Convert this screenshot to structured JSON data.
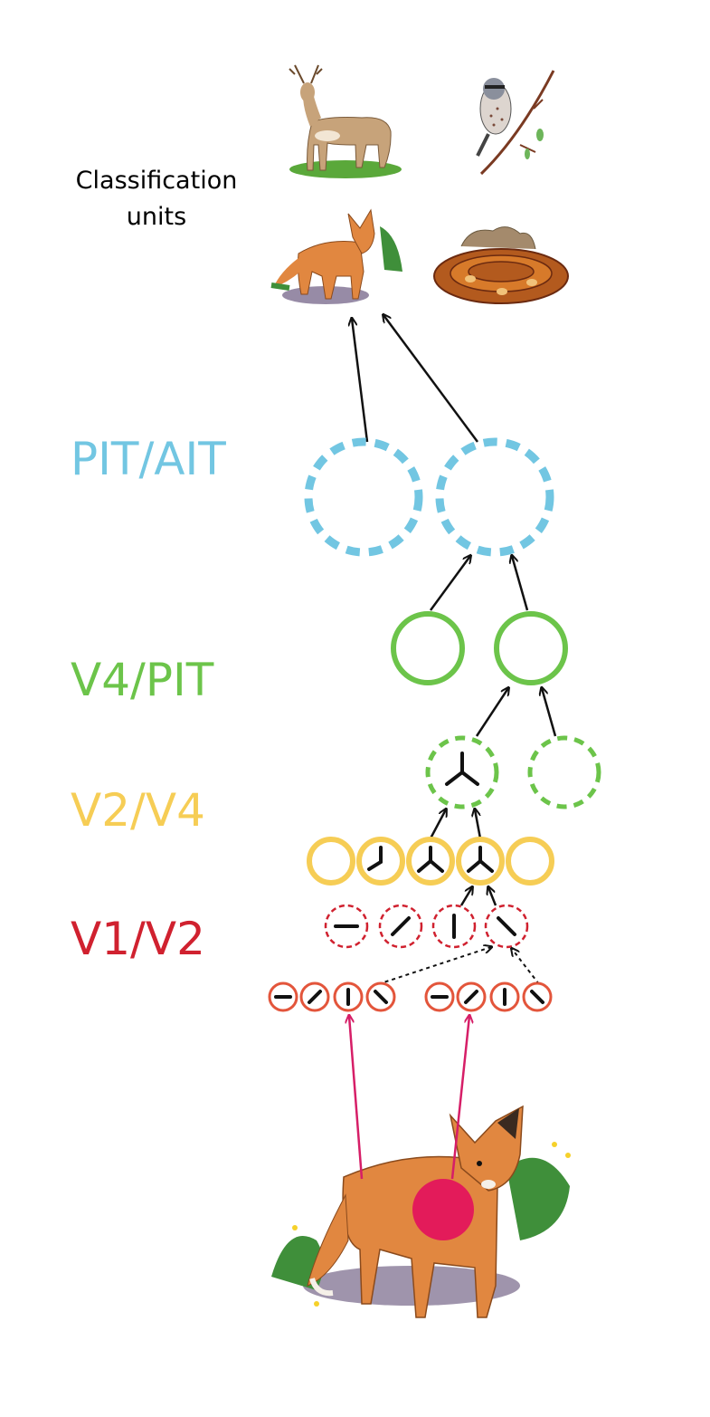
{
  "classification": {
    "line1": "Classification",
    "line2": "units"
  },
  "layers": [
    {
      "label": "PIT/AIT",
      "color": "#72c6e2"
    },
    {
      "label": "V4/PIT",
      "color": "#6cc44a"
    },
    {
      "label": "V2/V4",
      "color": "#f6cd55"
    },
    {
      "label": "V1/V2",
      "color": "#d0212f"
    }
  ],
  "colors": {
    "input_dot": "#e31b5a",
    "input_arrow": "#d61e67",
    "v1_ring": "#e3553b",
    "arrow": "#111111"
  },
  "icons": [
    "deer-icon",
    "bird-icon",
    "fox-icon",
    "snake-icon",
    "fox-input-icon"
  ]
}
